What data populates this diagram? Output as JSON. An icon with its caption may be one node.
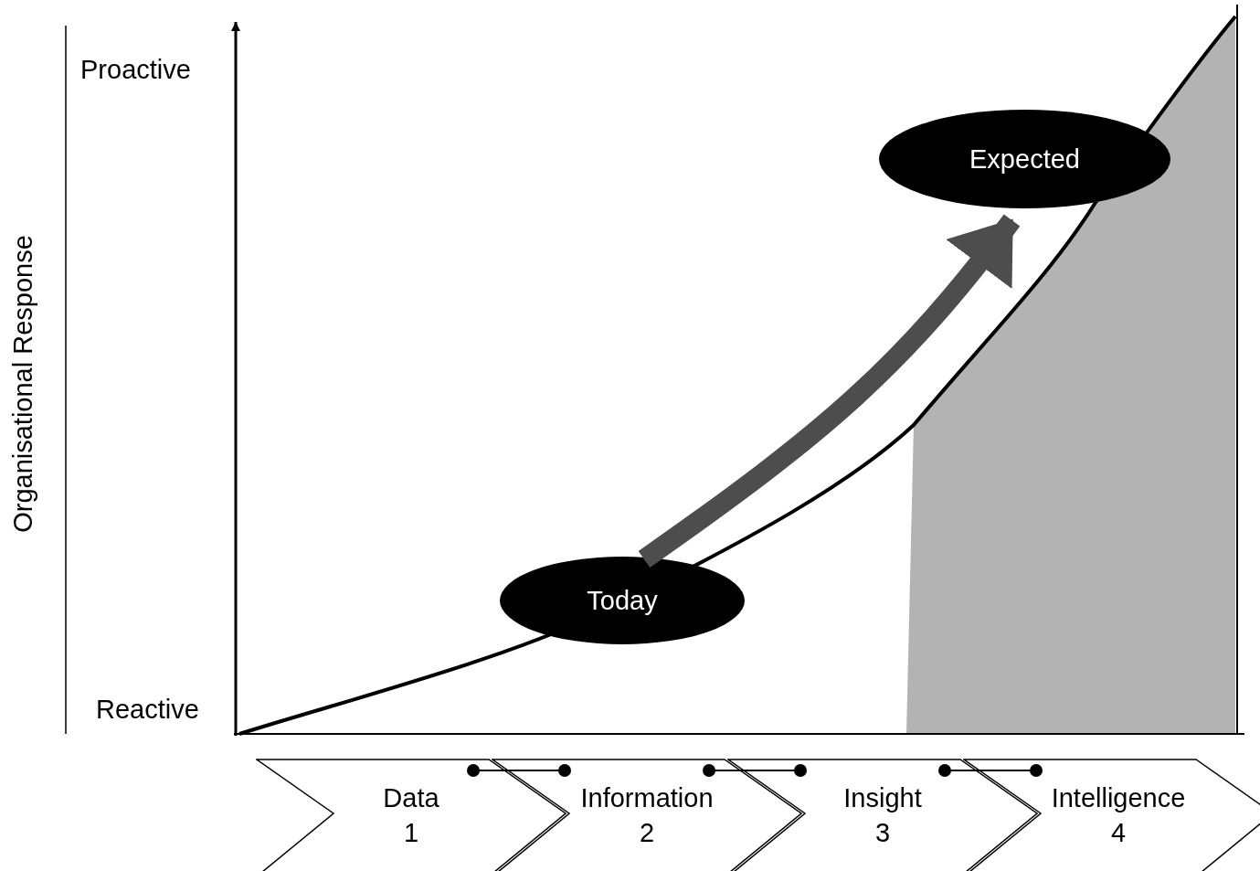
{
  "diagram": {
    "nodes": [
      {
        "text": [
          "Today"
        ]
      },
      {
        "text": [
          "Expected"
        ]
      },
      {
        "text": [
          "Data 1"
        ]
      },
      {
        "text": [
          "Information 2"
        ]
      },
      {
        "text": [
          "Insight 3"
        ]
      },
      {
        "text": [
          "Intelligence 4"
        ]
      }
    ],
    "edges": [
      {
        "from": 0,
        "to": 1,
        "arrow": "to",
        "style": "thick",
        "color": "#4d4d4d"
      },
      {
        "from": 2,
        "to": 3,
        "arrow": "other"
      },
      {
        "from": 3,
        "to": 4,
        "arrow": "other"
      },
      {
        "from": 4,
        "to": 5,
        "arrow": "other"
      }
    ],
    "labels": [
      "Proactive",
      "Reactive",
      "Organisational Response"
    ]
  }
}
